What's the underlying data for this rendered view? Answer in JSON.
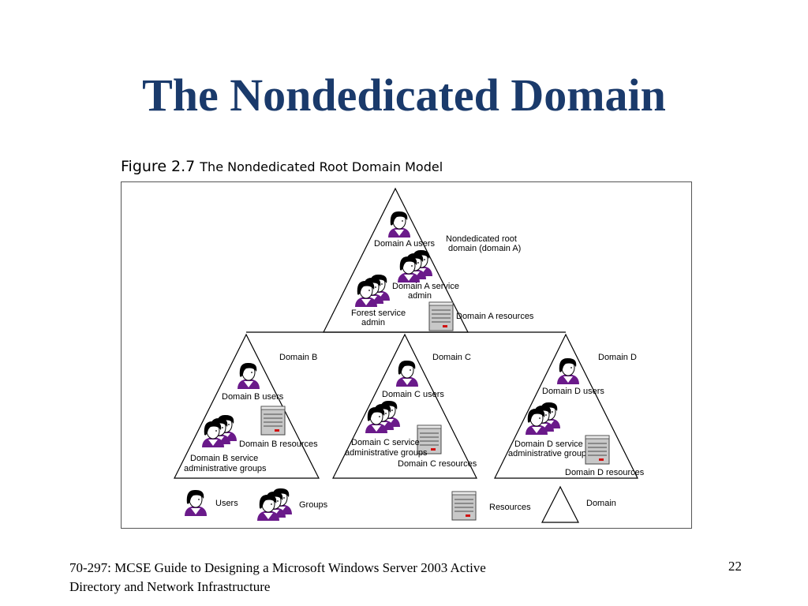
{
  "slide": {
    "title": "The Nondedicated Domain",
    "figure_number": "Figure 2.7",
    "figure_title": "The Nondedicated Root Domain Model",
    "footer": "70-297: MCSE Guide to Designing a Microsoft Windows Server 2003 Active Directory and Network Infrastructure",
    "page_number": "22"
  },
  "diagram": {
    "root": {
      "name_line1": "Nondedicated root",
      "name_line2": "domain (domain A)",
      "users": "Domain A users",
      "service_admin_line1": "Domain A service",
      "service_admin_line2": "admin",
      "forest_admin_line1": "Forest service",
      "forest_admin_line2": "admin",
      "resources": "Domain A resources"
    },
    "domain_b": {
      "name": "Domain B",
      "users": "Domain B users",
      "resources": "Domain B resources",
      "admin_line1": "Domain B service",
      "admin_line2": "administrative groups"
    },
    "domain_c": {
      "name": "Domain C",
      "users": "Domain C users",
      "admin_line1": "Domain C service",
      "admin_line2": "administrative groups",
      "resources": "Domain C resources"
    },
    "domain_d": {
      "name": "Domain D",
      "users": "Domain D users",
      "admin_line1": "Domain D service",
      "admin_line2": "administrative groups",
      "resources": "Domain D resources"
    },
    "legend": {
      "users": "Users",
      "groups": "Groups",
      "resources": "Resources",
      "domain": "Domain"
    }
  }
}
